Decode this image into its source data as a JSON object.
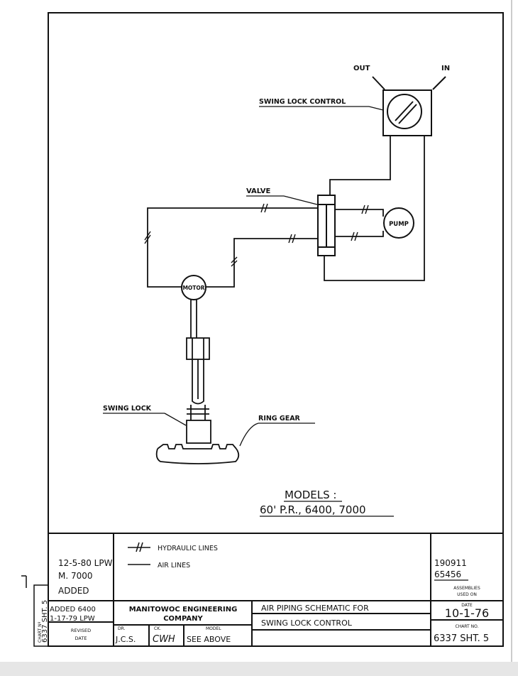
{
  "diagram": {
    "labels": {
      "out": "OUT",
      "in": "IN",
      "swing_lock_control": "SWING LOCK CONTROL",
      "valve": "VALVE",
      "pump": "PUMP",
      "motor": "MOTOR",
      "swing_lock": "SWING LOCK",
      "ring_gear": "RING GEAR"
    },
    "models_title": "MODELS :",
    "models_list": "60' P.R., 6400, 7000",
    "legend": {
      "hydraulic": "HYDRAULIC LINES",
      "air": "AIR LINES"
    }
  },
  "title_block": {
    "revision_1_date": "12-5-80 LPW",
    "revision_1_text_a": "M. 7000",
    "revision_1_text_b": "ADDED",
    "revision_2_text": "ADDED 6400",
    "revision_2_date": "1-17-79 LPW",
    "revised_label": "REVISED",
    "date_label_left": "DATE",
    "company_line1": "MANITOWOC ENGINEERING",
    "company_line2": "COMPANY",
    "dr_label": "DR.",
    "ck_label": "CK.",
    "model_label": "MODEL",
    "dr_value": "J.C.S.",
    "ck_value": "CWH",
    "model_value": "SEE ABOVE",
    "title_line1": "AIR PIPING SCHEMATIC FOR",
    "title_line2": "SWING LOCK CONTROL",
    "assemblies_1": "190911",
    "assemblies_2": "65456",
    "assemblies_label1": "ASSEMBLIES",
    "assemblies_label2": "USED ON",
    "date_label": "DATE",
    "date_value": "10-1-76",
    "chart_no_label": "CHART NO.",
    "chart_no_value": "6337 SHT. 5",
    "side_chart_label": "CHART Nº",
    "side_chart_value": "6337 SHT. 5"
  }
}
